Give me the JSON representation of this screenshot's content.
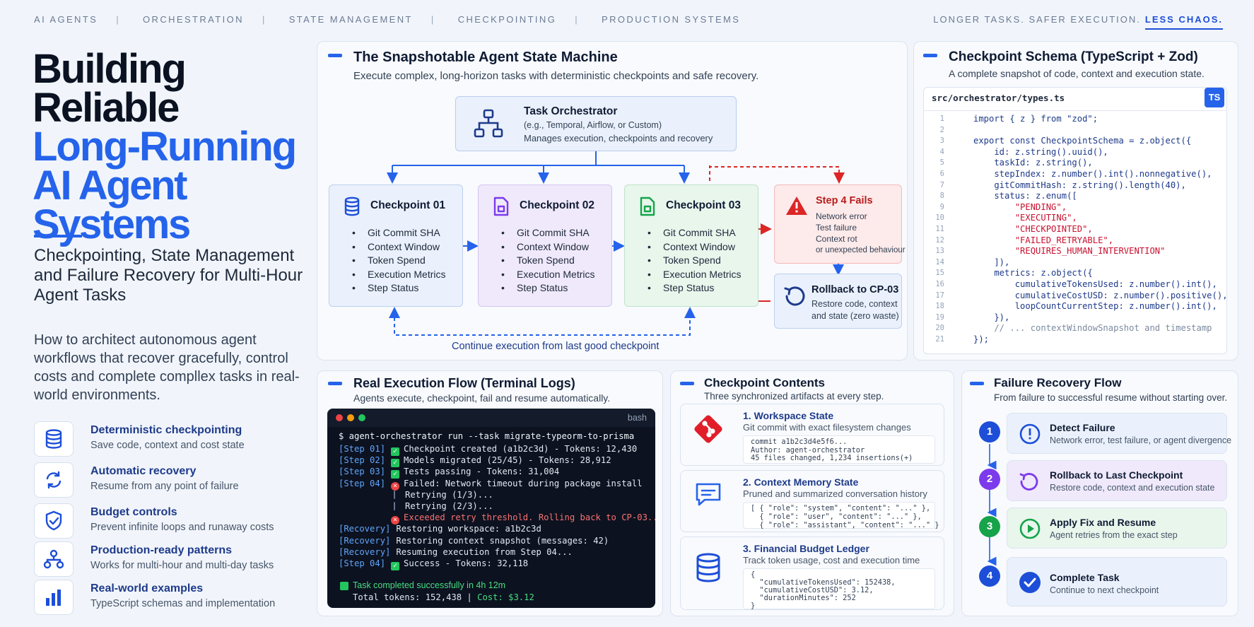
{
  "topnav": [
    "AI AGENTS",
    "ORCHESTRATION",
    "STATE MANAGEMENT",
    "CHECKPOINTING",
    "PRODUCTION SYSTEMS"
  ],
  "tagline": {
    "lead": "LONGER TASKS. SAFER EXECUTION.",
    "emph": "LESS CHAOS."
  },
  "hero": {
    "title_lines_dark": [
      "Building",
      "Reliable"
    ],
    "title_lines_blue": [
      "Long-Running",
      "AI Agent Systems"
    ],
    "subtitle": "Checkpointing, State Management and Failure Recovery for Multi-Hour Agent Tasks",
    "intro": "How to architect autonomous agent workflows that recover gracefully, control costs and complete compllex tasks in real-world environments."
  },
  "features": [
    {
      "title": "Deterministic checkpointing",
      "sub": "Save code, context and cost state",
      "icon": "database-icon"
    },
    {
      "title": "Automatic recovery",
      "sub": "Resume from any point of failure",
      "icon": "refresh-icon"
    },
    {
      "title": "Budget controls",
      "sub": "Prevent infinite loops and runaway costs",
      "icon": "shield-check-icon"
    },
    {
      "title": "Production-ready patterns",
      "sub": "Works for multi-hour and multi-day tasks",
      "icon": "network-icon"
    },
    {
      "title": "Real-world examples",
      "sub": "TypeScript schemas and implementation",
      "icon": "bar-chart-icon"
    }
  ],
  "state_machine": {
    "title": "The Snapshotable Agent State Machine",
    "subtitle": "Execute complex, long-horizon tasks with deterministic checkpoints and safe recovery.",
    "orchestrator": {
      "title": "Task Orchestrator",
      "line1": "(e.g., Temporal, Airflow, or Custom)",
      "line2": "Manages execution, checkpoints and recovery"
    },
    "checkpoints": [
      {
        "title": "Checkpoint 01",
        "items": [
          "Git Commit SHA",
          "Context Window",
          "Token Spend",
          "Execution Metrics",
          "Step Status"
        ]
      },
      {
        "title": "Checkpoint 02",
        "items": [
          "Git Commit SHA",
          "Context Window",
          "Token Spend",
          "Execution Metrics",
          "Step Status"
        ]
      },
      {
        "title": "Checkpoint 03",
        "items": [
          "Git Commit SHA",
          "Context Window",
          "Token Spend",
          "Execution Metrics",
          "Step Status"
        ]
      }
    ],
    "fail": {
      "title": "Step 4 Fails",
      "items": [
        "Network error",
        "Test failure",
        "Context rot",
        "or unexpected behaviour"
      ]
    },
    "rollback": {
      "title": "Rollback to CP-03",
      "line1": "Restore code, context",
      "line2": "and state (zero waste)"
    },
    "loop_label": "Continue execution from last good checkpoint"
  },
  "schema": {
    "title": "Checkpoint Schema (TypeScript + Zod)",
    "subtitle": "A complete snapshot of code, context and execution state.",
    "file": "src/orchestrator/types.ts",
    "badge": "TS",
    "lines": [
      "import { z } from \"zod\";",
      "",
      "export const CheckpointSchema = z.object({",
      "    id: z.string().uuid(),",
      "    taskId: z.string(),",
      "    stepIndex: z.number().int().nonnegative(),",
      "    gitCommitHash: z.string().length(40),",
      "    status: z.enum([",
      "        \"PENDING\",",
      "        \"EXECUTING\",",
      "        \"CHECKPOINTED\",",
      "        \"FAILED_RETRYABLE\",",
      "        \"REQUIRES_HUMAN_INTERVENTION\"",
      "    ]),",
      "    metrics: z.object({",
      "        cumulativeTokensUsed: z.number().int(),",
      "        cumulativeCostUSD: z.number().positive(),",
      "        loopCountCurrentStep: z.number().int(),",
      "    }),",
      "    // ... contextWindowSnapshot and timestamp",
      "});"
    ]
  },
  "terminal": {
    "title": "Real Execution Flow (Terminal Logs)",
    "subtitle": "Agents execute, checkpoint, fail and resume automatically.",
    "shell": "bash",
    "command": "$ agent-orchestrator run --task migrate-typeorm-to-prisma",
    "lines": [
      {
        "tag": "[Step 01]",
        "mark": "ok",
        "text": "Checkpoint created (a1b2c3d) - Tokens: 12,430"
      },
      {
        "tag": "[Step 02]",
        "mark": "ok",
        "text": "Models migrated (25/45) - Tokens: 28,912"
      },
      {
        "tag": "[Step 03]",
        "mark": "ok",
        "text": "Tests passing - Tokens: 31,004"
      },
      {
        "tag": "[Step 04]",
        "mark": "err",
        "text": "Failed: Network timeout during package install"
      },
      {
        "tag": "",
        "mark": "pipe",
        "text": "Retrying (1/3)..."
      },
      {
        "tag": "",
        "mark": "pipe",
        "text": "Retrying (2/3)..."
      },
      {
        "tag": "",
        "mark": "err",
        "text": "Exceeded retry threshold. Rolling back to CP-03..."
      },
      {
        "tag": "[Recovery]",
        "mark": "",
        "text": "Restoring workspace: a1b2c3d"
      },
      {
        "tag": "[Recovery]",
        "mark": "",
        "text": "Restoring context snapshot (messages: 42)"
      },
      {
        "tag": "[Recovery]",
        "mark": "",
        "text": "Resuming execution from Step 04..."
      },
      {
        "tag": "[Step 04]",
        "mark": "ok",
        "text": "Success - Tokens: 32,118"
      }
    ],
    "done": "Task completed successfully in 4h 12m",
    "total_prefix": "Total tokens: 152,438 | ",
    "cost": "Cost: $3.12"
  },
  "contents": {
    "title": "Checkpoint Contents",
    "subtitle": "Three synchronized artifacts at every step.",
    "items": [
      {
        "title": "1. Workspace State",
        "sub": "Git commit with exact filesystem changes",
        "code": "commit a1b2c3d4e5f6...\nAuthor: agent-orchestrator\n45 files changed, 1,234 insertions(+)"
      },
      {
        "title": "2. Context Memory State",
        "sub": "Pruned and summarized conversation history",
        "code": "[ { \"role\": \"system\", \"content\": \"...\" },\n  { \"role\": \"user\", \"content\": \"...\" },\n  { \"role\": \"assistant\", \"content\": \"...\" }"
      },
      {
        "title": "3. Financial Budget Ledger",
        "sub": "Track token usage, cost and execution time",
        "code": "{\n  \"cumulativeTokensUsed\": 152438,\n  \"cumulativeCostUSD\": 3.12,\n  \"durationMinutes\": 252\n}"
      }
    ]
  },
  "recovery": {
    "title": "Failure Recovery Flow",
    "subtitle": "From failure to successful resume without starting over.",
    "steps": [
      {
        "n": "1",
        "title": "Detect Failure",
        "sub": "Network error, test failure, or agent divergence",
        "color": "#1d4ed8"
      },
      {
        "n": "2",
        "title": "Rollback to Last Checkpoint",
        "sub": "Restore code, context and execution state",
        "color": "#7c3aed"
      },
      {
        "n": "3",
        "title": "Apply Fix and Resume",
        "sub": "Agent retries from the exact step",
        "color": "#16a34a"
      },
      {
        "n": "4",
        "title": "Complete Task",
        "sub": "Continue to next checkpoint",
        "color": "#1d4ed8"
      }
    ]
  }
}
